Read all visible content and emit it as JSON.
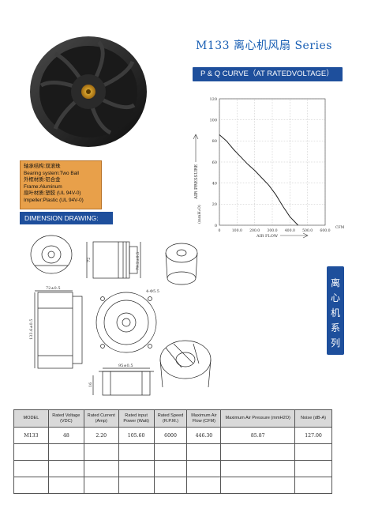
{
  "header": {
    "title": "M133 离心机风扇 Series"
  },
  "specs": {
    "lines": [
      "轴承结构:双滚珠",
      "Bearing system:Two Ball",
      "外框材质:铝合金",
      "Frame:Aluminum",
      "扇叶材质:塑胶 (UL 94V-0)",
      "Impeller:Plastic (UL 94V-0)"
    ]
  },
  "curve_banner": "P & Q CURVE（AT RATEDVOLTAGE）",
  "dimension_banner": "DIMENSION DRAWING:",
  "side_tab": {
    "chars": [
      "离",
      "心",
      "机",
      "系",
      "列"
    ]
  },
  "drawing_labels": {
    "d1": "72",
    "d2": "79.2±0.5",
    "d3": "72±0.5",
    "d4": "4-Φ5.5",
    "d5": "133.6±0.5",
    "d6": "95±0.5",
    "d7": "16"
  },
  "chart_data": {
    "type": "line",
    "x": [
      0,
      40,
      80,
      120,
      160,
      200,
      240,
      280,
      320,
      360,
      400,
      446.3
    ],
    "series": [
      {
        "values": [
          85.87,
          80,
          72,
          65,
          58,
          52,
          45,
          38,
          29,
          18,
          8,
          0
        ]
      }
    ],
    "xlabel": "AIR FLOW",
    "ylabel": "AIR PRESSURE",
    "y_unit_label": "(mmH₂O)",
    "x_unit_label": "CFM",
    "xlim": [
      0,
      600
    ],
    "ylim": [
      0,
      120
    ],
    "x_ticks": [
      "0",
      "100.0",
      "200.0",
      "300.0",
      "400.0",
      "500.0",
      "600.0"
    ],
    "y_ticks": [
      "0",
      "20",
      "40",
      "60",
      "80",
      "100",
      "120"
    ],
    "grid": true,
    "line_color": "#222222"
  },
  "table": {
    "headers": [
      "MODEL",
      "Rated Voltage (VDC)",
      "Rated Current (Amp)",
      "Rated input Power (Watt)",
      "Rated Speed (R.P.M.)",
      "Maximum Air Flow (CFM)",
      "Maximum Air Pressure (mmH2O)",
      "Noise (dB-A)"
    ],
    "rows": [
      [
        "M133",
        "48",
        "2.20",
        "105.60",
        "6000",
        "446.30",
        "85.87",
        "127.00"
      ],
      [
        "",
        "",
        "",
        "",
        "",
        "",
        "",
        ""
      ],
      [
        "",
        "",
        "",
        "",
        "",
        "",
        "",
        ""
      ],
      [
        "",
        "",
        "",
        "",
        "",
        "",
        "",
        ""
      ]
    ]
  },
  "colors": {
    "banner_blue": "#1e4f9c",
    "title_blue": "#1a5fb4",
    "spec_orange": "#e8a04a"
  }
}
